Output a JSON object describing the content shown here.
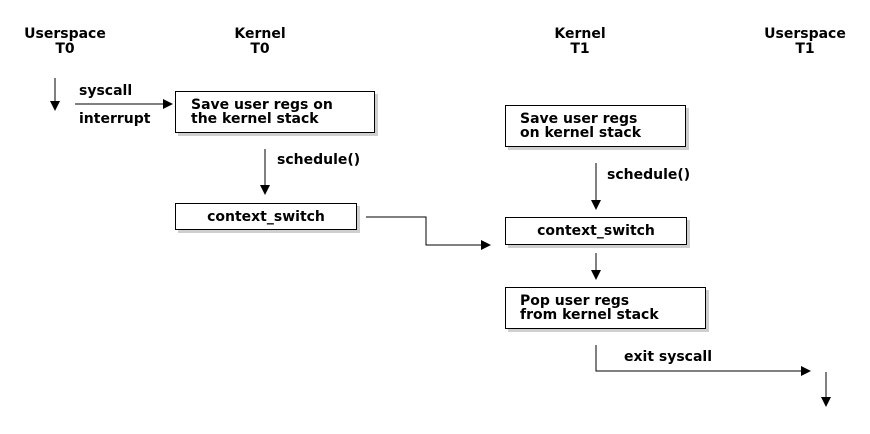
{
  "columns": [
    {
      "line1": "Userspace",
      "line2": "T0"
    },
    {
      "line1": "Kernel",
      "line2": "T0"
    },
    {
      "line1": "Kernel",
      "line2": "T1"
    },
    {
      "line1": "Userspace",
      "line2": "T1"
    }
  ],
  "boxes": {
    "save_t0": {
      "line1": "Save user regs on",
      "line2": "the kernel stack"
    },
    "cs_t0": "context_switch",
    "save_t1": {
      "line1": "Save user regs",
      "line2": "on kernel stack"
    },
    "cs_t1": "context_switch",
    "pop_t1": {
      "line1": "Pop user regs",
      "line2": "from kernel stack"
    }
  },
  "labels": {
    "syscall": "syscall",
    "interrupt": "interrupt",
    "schedule_t0": "schedule()",
    "schedule_t1": "schedule()",
    "exit_syscall": "exit syscall"
  }
}
